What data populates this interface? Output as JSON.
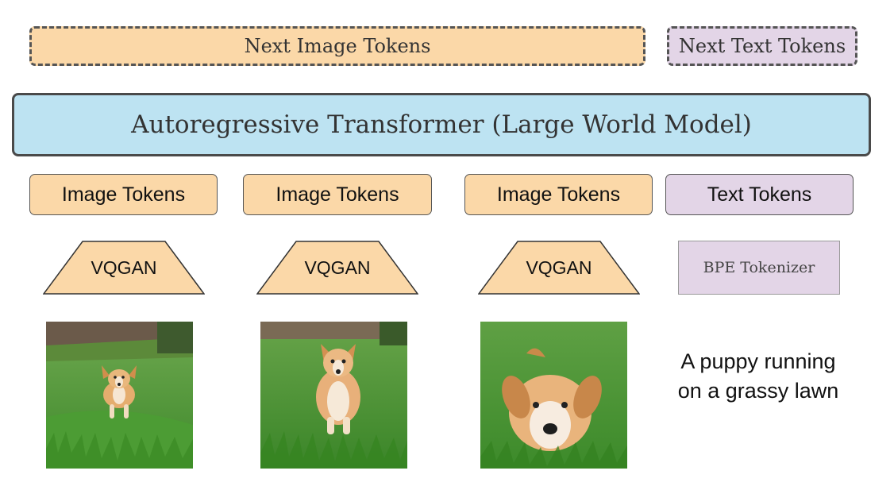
{
  "outputs": {
    "next_image_tokens": "Next Image Tokens",
    "next_text_tokens": "Next Text Tokens"
  },
  "model": {
    "label": "Autoregressive Transformer (Large World Model)"
  },
  "tokens": {
    "image_1": "Image Tokens",
    "image_2": "Image Tokens",
    "image_3": "Image Tokens",
    "text": "Text Tokens"
  },
  "encoders": {
    "vqgan_1": "VQGAN",
    "vqgan_2": "VQGAN",
    "vqgan_3": "VQGAN",
    "bpe": "BPE Tokenizer"
  },
  "inputs": {
    "frames": [
      {
        "subject": "puppy-small-running"
      },
      {
        "subject": "puppy-running-closer"
      },
      {
        "subject": "puppy-close-up"
      }
    ],
    "caption_line_1": "A puppy running",
    "caption_line_2": "on a grassy lawn"
  },
  "colors": {
    "image_token_fill": "#fbd8a8",
    "text_token_fill": "#e3d5e7",
    "transformer_fill": "#bde3f2"
  }
}
